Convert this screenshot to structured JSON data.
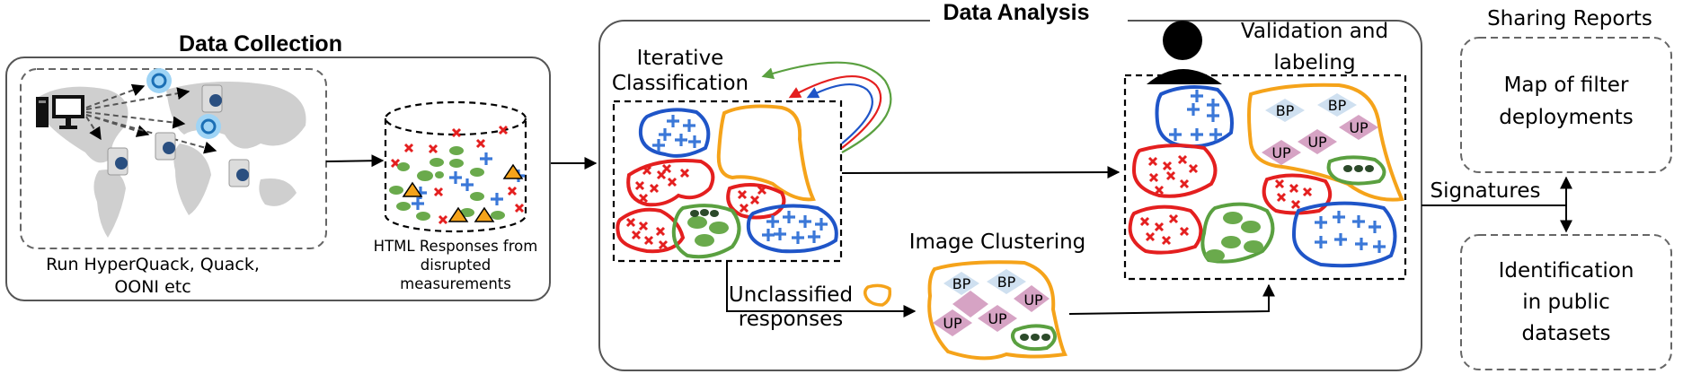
{
  "sections": {
    "data_collection": {
      "title": "Data Collection",
      "caption_lines": [
        "Run HyperQuack, Quack,",
        "OONI etc"
      ]
    },
    "storage": {
      "caption_lines": [
        "HTML Responses from",
        "disrupted",
        "measurements"
      ]
    },
    "data_analysis": {
      "title": "Data Analysis",
      "iterative_lines": [
        "Iterative",
        "Classification"
      ],
      "unclassified_lines": [
        "Unclassified",
        "responses"
      ],
      "image_clustering": "Image Clustering",
      "validation_lines": [
        "Validation and",
        "labeling"
      ]
    },
    "sharing": {
      "title": "Sharing Reports",
      "map_lines": [
        "Map of filter",
        "deployments"
      ],
      "signatures": "Signatures",
      "identification_lines": [
        "Identification",
        "in public",
        "datasets"
      ]
    }
  },
  "cluster_tags": {
    "bp": "BP",
    "up": "UP"
  },
  "colors": {
    "blocked_cluster": "#e41f1f",
    "blue_cluster": "#1f55c8",
    "green_cluster": "#5aa040",
    "orange_cluster": "#f5a31a",
    "bp_diamond": "#cfe0f0",
    "up_diamond": "#d6a3c4"
  }
}
